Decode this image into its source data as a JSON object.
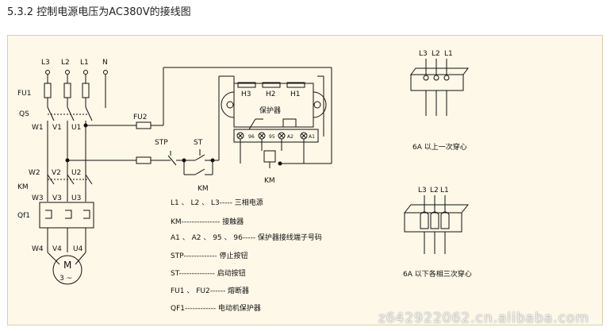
{
  "heading": "5.3.2 控制电源电压为AC380V的接线图",
  "labels": {
    "L3": "L3",
    "L2": "L2",
    "L1": "L1",
    "N": "N",
    "FU1": "FU1",
    "QS": "QS",
    "W1": "W1",
    "V1": "V1",
    "U1": "U1",
    "W2": "W2",
    "V2": "V2",
    "U2": "U2",
    "KM_left": "KM",
    "W3": "W3",
    "V3": "V3",
    "U3": "U3",
    "QF1": "Qf1",
    "W4": "W4",
    "V4": "V4",
    "U4": "U4",
    "motor_M": "M",
    "motor_3": "3 ~",
    "FU2": "FU2",
    "STP": "STP",
    "ST": "ST",
    "KM_coil_bottom": "KM",
    "KM_coil_right": "KM",
    "H3": "H3",
    "H2": "H2",
    "H1": "H1",
    "protector": "保护器",
    "t96": "96",
    "t95": "95",
    "tA2": "A2",
    "tA1": "A1"
  },
  "legend": [
    {
      "text": "L1 、 L2 、 L3----- 三相电源"
    },
    {
      "text": "KM--------------- 接触器"
    },
    {
      "text": "A1 、 A2 、 95 、 96----- 保护器接线端子号码"
    },
    {
      "text": "STP------------- 停止按钮"
    },
    {
      "text": "ST-------------- 启动按钮"
    },
    {
      "text": "FU1 、 FU2------ 熔断器"
    },
    {
      "text": "QF1------------ 电动机保护器"
    }
  ],
  "right_top": {
    "L3": "L3",
    "L2": "L2",
    "L1": "L1",
    "caption": "6A 以上一次穿心"
  },
  "right_bottom": {
    "L3": "L3",
    "L2": "L2",
    "L1": "L1",
    "caption": "6A 以下各相三次穿心"
  },
  "watermark": "z642922062.cn.alibaba.com"
}
